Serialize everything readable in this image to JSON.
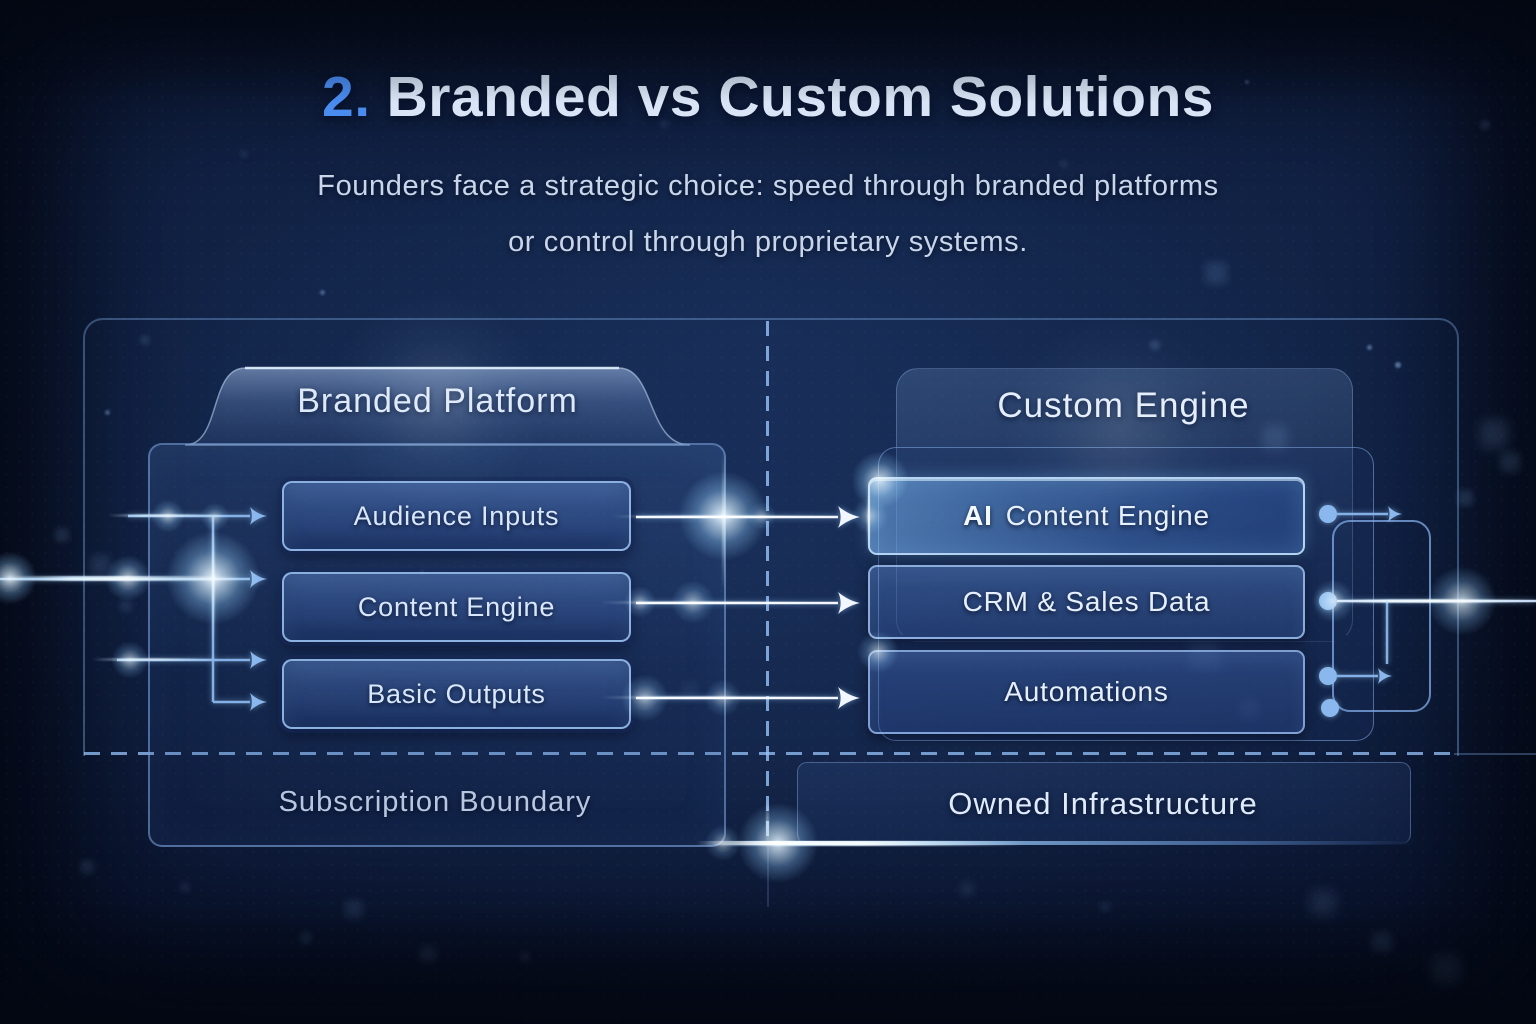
{
  "title": {
    "number": "2.",
    "text": "Branded vs Custom Solutions"
  },
  "subtitle": {
    "line1": "Founders face a strategic choice: speed through branded platforms",
    "line2": "or control through proprietary systems."
  },
  "left_panel": {
    "title": "Branded Platform",
    "boxes": [
      "Audience Inputs",
      "Content Engine",
      "Basic Outputs"
    ],
    "footer": "Subscription Boundary"
  },
  "right_panel": {
    "title": "Custom Engine",
    "boxes": [
      {
        "bold": "AI",
        "label": "Content Engine"
      },
      {
        "bold": "",
        "label": "CRM & Sales Data"
      },
      {
        "bold": "",
        "label": "Automations"
      }
    ],
    "footer": "Owned Infrastructure"
  },
  "colors": {
    "background": "#0e1c3c",
    "accent_number": "#4a8bf0",
    "title_text": "#d9e5f6",
    "connector_blue": "#8ab8ee",
    "arrow_white": "#f2f7ff",
    "dashed_divider": "#96c3fa"
  }
}
